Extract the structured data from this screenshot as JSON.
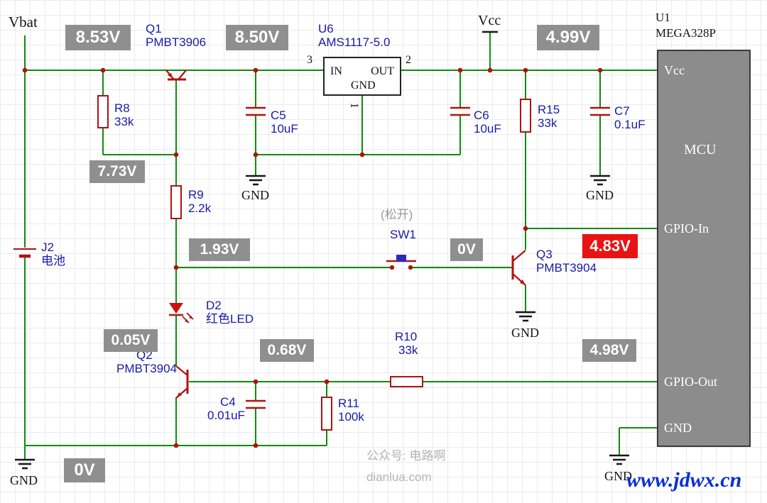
{
  "colors": {
    "wire": "#0f8c0f",
    "component": "#b21111",
    "label_blue": "#1a1aa8",
    "voltage_box_bg": "#8f8f8f",
    "voltage_alert_bg": "#e81313",
    "mcu_fill": "#8c8c8c"
  },
  "nets": {
    "vbat": "Vbat",
    "vcc": "Vcc",
    "gnd": "GND"
  },
  "voltages": {
    "battery_rail": "8.53V",
    "switched_rail": "8.50V",
    "rail_5v": "4.99V",
    "q1_base": "7.73V",
    "led_node": "1.93V",
    "sw_node": "0V",
    "gpio_in": "4.83V",
    "q2_collector": "0.05V",
    "q2_base": "0.68V",
    "gpio_out": "4.98V",
    "ground": "0V"
  },
  "components": {
    "q1": {
      "ref": "Q1",
      "part": "PMBT3906"
    },
    "q2": {
      "ref": "Q2",
      "part": "PMBT3904"
    },
    "q3": {
      "ref": "Q3",
      "part": "PMBT3904"
    },
    "u6": {
      "ref": "U6",
      "part": "AMS1117-5.0",
      "pin_in": "IN",
      "pin_out": "OUT",
      "pin_gnd": "GND",
      "num_in": "3",
      "num_out": "2",
      "num_gnd": "1"
    },
    "u1": {
      "ref": "U1",
      "part": "MEGA328P",
      "core": "MCU",
      "pin_vcc": "Vcc",
      "pin_gpio_in": "GPIO-In",
      "pin_gpio_out": "GPIO-Out",
      "pin_gnd": "GND"
    },
    "r8": {
      "ref": "R8",
      "value": "33k"
    },
    "r9": {
      "ref": "R9",
      "value": "2.2k"
    },
    "r10": {
      "ref": "R10",
      "value": "33k"
    },
    "r11": {
      "ref": "R11",
      "value": "100k"
    },
    "r15": {
      "ref": "R15",
      "value": "33k"
    },
    "c4": {
      "ref": "C4",
      "value": "0.01uF"
    },
    "c5": {
      "ref": "C5",
      "value": "10uF"
    },
    "c6": {
      "ref": "C6",
      "value": "10uF"
    },
    "c7": {
      "ref": "C7",
      "value": "0.1uF"
    },
    "d2": {
      "ref": "D2",
      "value": "红色LED"
    },
    "j2": {
      "ref": "J2",
      "value": "电池"
    },
    "sw1": {
      "ref": "SW1",
      "state": "(松开)"
    }
  },
  "watermark": {
    "channel": "公众号: 电路啊",
    "domain": "dianlua.com",
    "brand": "www.jdwx.cn"
  }
}
